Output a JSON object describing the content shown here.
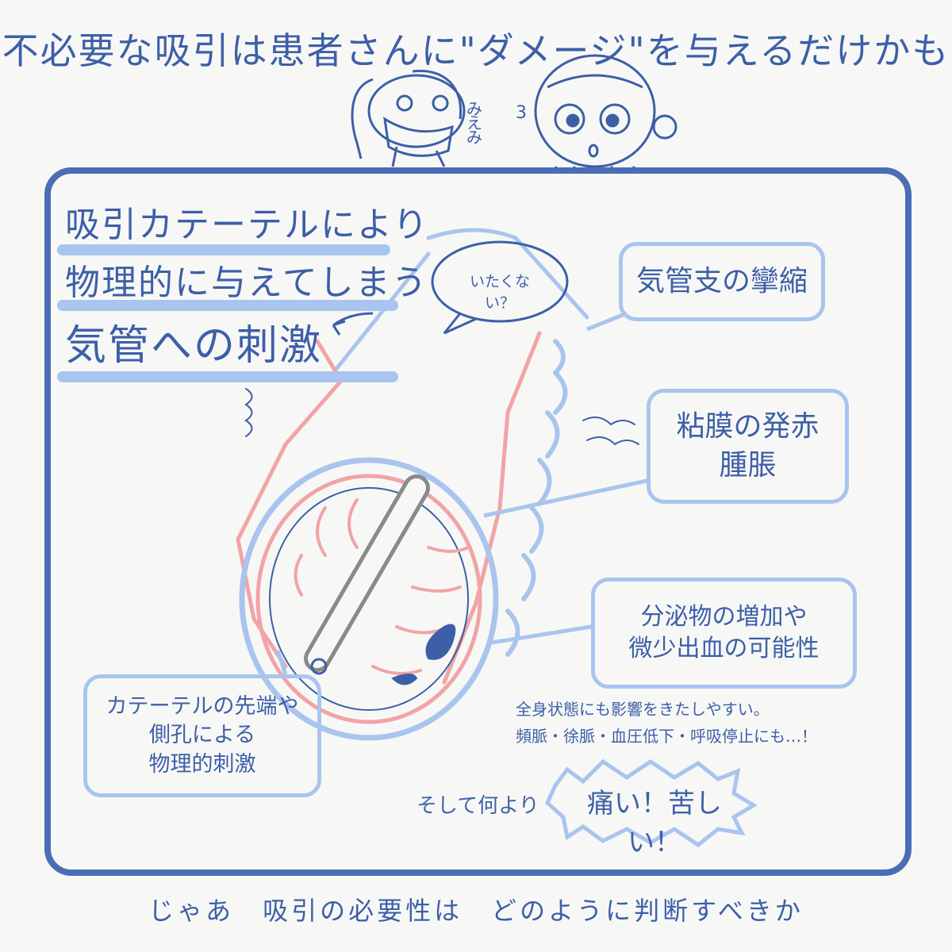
{
  "title": "不必要な吸引は患者さんに\"ダメージ\"を与えるだけかも",
  "characters": {
    "left_name": "みえみ",
    "right_name": "3"
  },
  "main_label": {
    "line1": "吸引カテーテルにより",
    "line2": "物理的に与えてしまう",
    "line3": "気管への刺激"
  },
  "speech_bubble": "いたくない？",
  "callouts": {
    "bronchospasm": "気管支の攣縮",
    "mucosa_line1": "粘膜の発赤",
    "mucosa_line2": "腫脹",
    "secretion_line1": "分泌物の増加や",
    "secretion_line2": "微少出血の可能性",
    "catheter_line1": "カテーテルの先端や",
    "catheter_line2": "側孔による",
    "catheter_line3": "物理的刺激"
  },
  "systemic_note": {
    "line1": "全身状態にも影響をきたしやすい。",
    "line2": "頻脈・徐脈・血圧低下・呼吸停止にも…！"
  },
  "pain": {
    "lead": "そして何より",
    "burst": "痛い！苦しい！"
  },
  "footer": "じゃあ　吸引の必要性は　どのように判断すべきか",
  "colors": {
    "ink": "#3d5fa8",
    "light_blue": "#a9c4ef",
    "pink": "#f2a3a6",
    "gray": "#8a8a8a",
    "background": "#f7f8f6"
  }
}
